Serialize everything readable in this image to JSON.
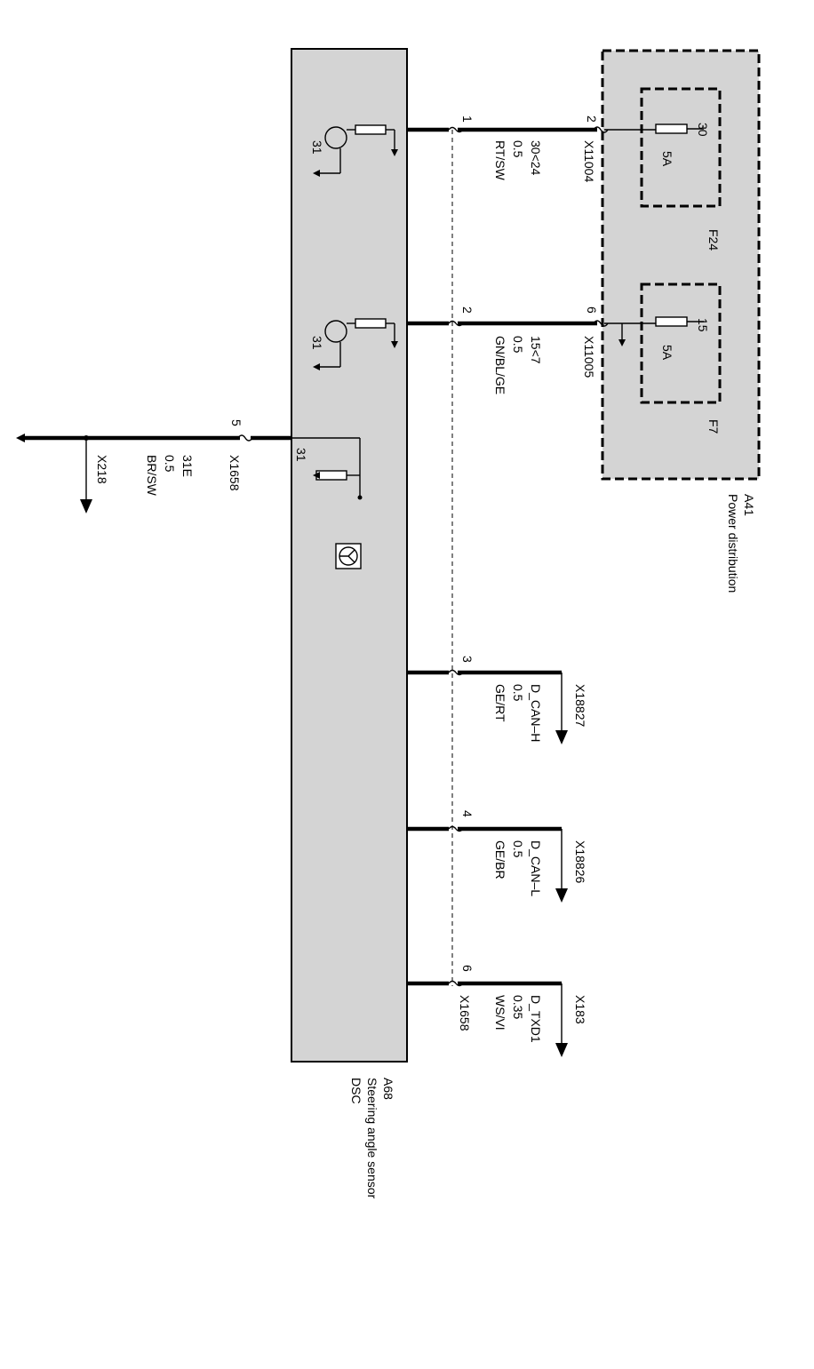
{
  "control_unit": {
    "id": "A68",
    "name": "Steering angle sensor",
    "system": "DSC"
  },
  "power_distribution": {
    "id": "A41",
    "name": "Power distribution",
    "fuses": [
      {
        "id": "F24",
        "rating": "5A",
        "terminal": "30"
      },
      {
        "id": "F7",
        "rating": "5A",
        "terminal": "15"
      }
    ]
  },
  "circuits": [
    {
      "pin": "1",
      "remote_pin": "2",
      "connector": "X11004",
      "signal": "30<24",
      "size": "0.5",
      "color": "RT/SW",
      "ground": "31"
    },
    {
      "pin": "2",
      "remote_pin": "6",
      "connector": "X11005",
      "signal": "15<7",
      "size": "0.5",
      "color": "GN/BL/GE",
      "ground": "31"
    },
    {
      "pin": "5",
      "connector": "X1658",
      "signal": "31E",
      "size": "0.5",
      "color": "BR/SW",
      "destination": "X218",
      "ground": "31"
    },
    {
      "pin": "3",
      "connector": "X18827",
      "signal": "D_CAN–H",
      "size": "0.5",
      "color": "GE/RT"
    },
    {
      "pin": "4",
      "connector": "X18826",
      "signal": "D_CAN–L",
      "size": "0.5",
      "color": "GE/BR"
    },
    {
      "pin": "6",
      "connector": "X183",
      "signal": "D_TXD1",
      "size": "0.35",
      "color": "WS/VI",
      "unit_connector": "X1658"
    }
  ]
}
